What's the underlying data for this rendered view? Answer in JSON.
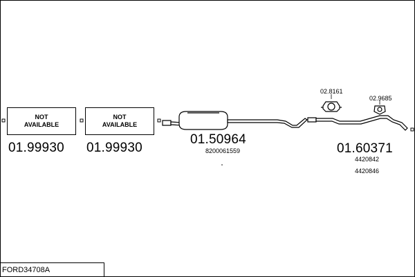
{
  "diagram": {
    "code": "FORD34708A",
    "items": [
      {
        "label": "NOT\nAVAILABLE",
        "number": "01.99930"
      },
      {
        "label": "NOT\nAVAILABLE",
        "number": "01.99930"
      },
      {
        "number": "01.50964",
        "refs": [
          "8200061559"
        ]
      },
      {
        "number": "01.60371",
        "refs": [
          "4420842",
          "4420846"
        ]
      }
    ],
    "accessories": [
      {
        "number": "02.8161"
      },
      {
        "number": "02.9685"
      }
    ],
    "line_color": "#000000"
  }
}
